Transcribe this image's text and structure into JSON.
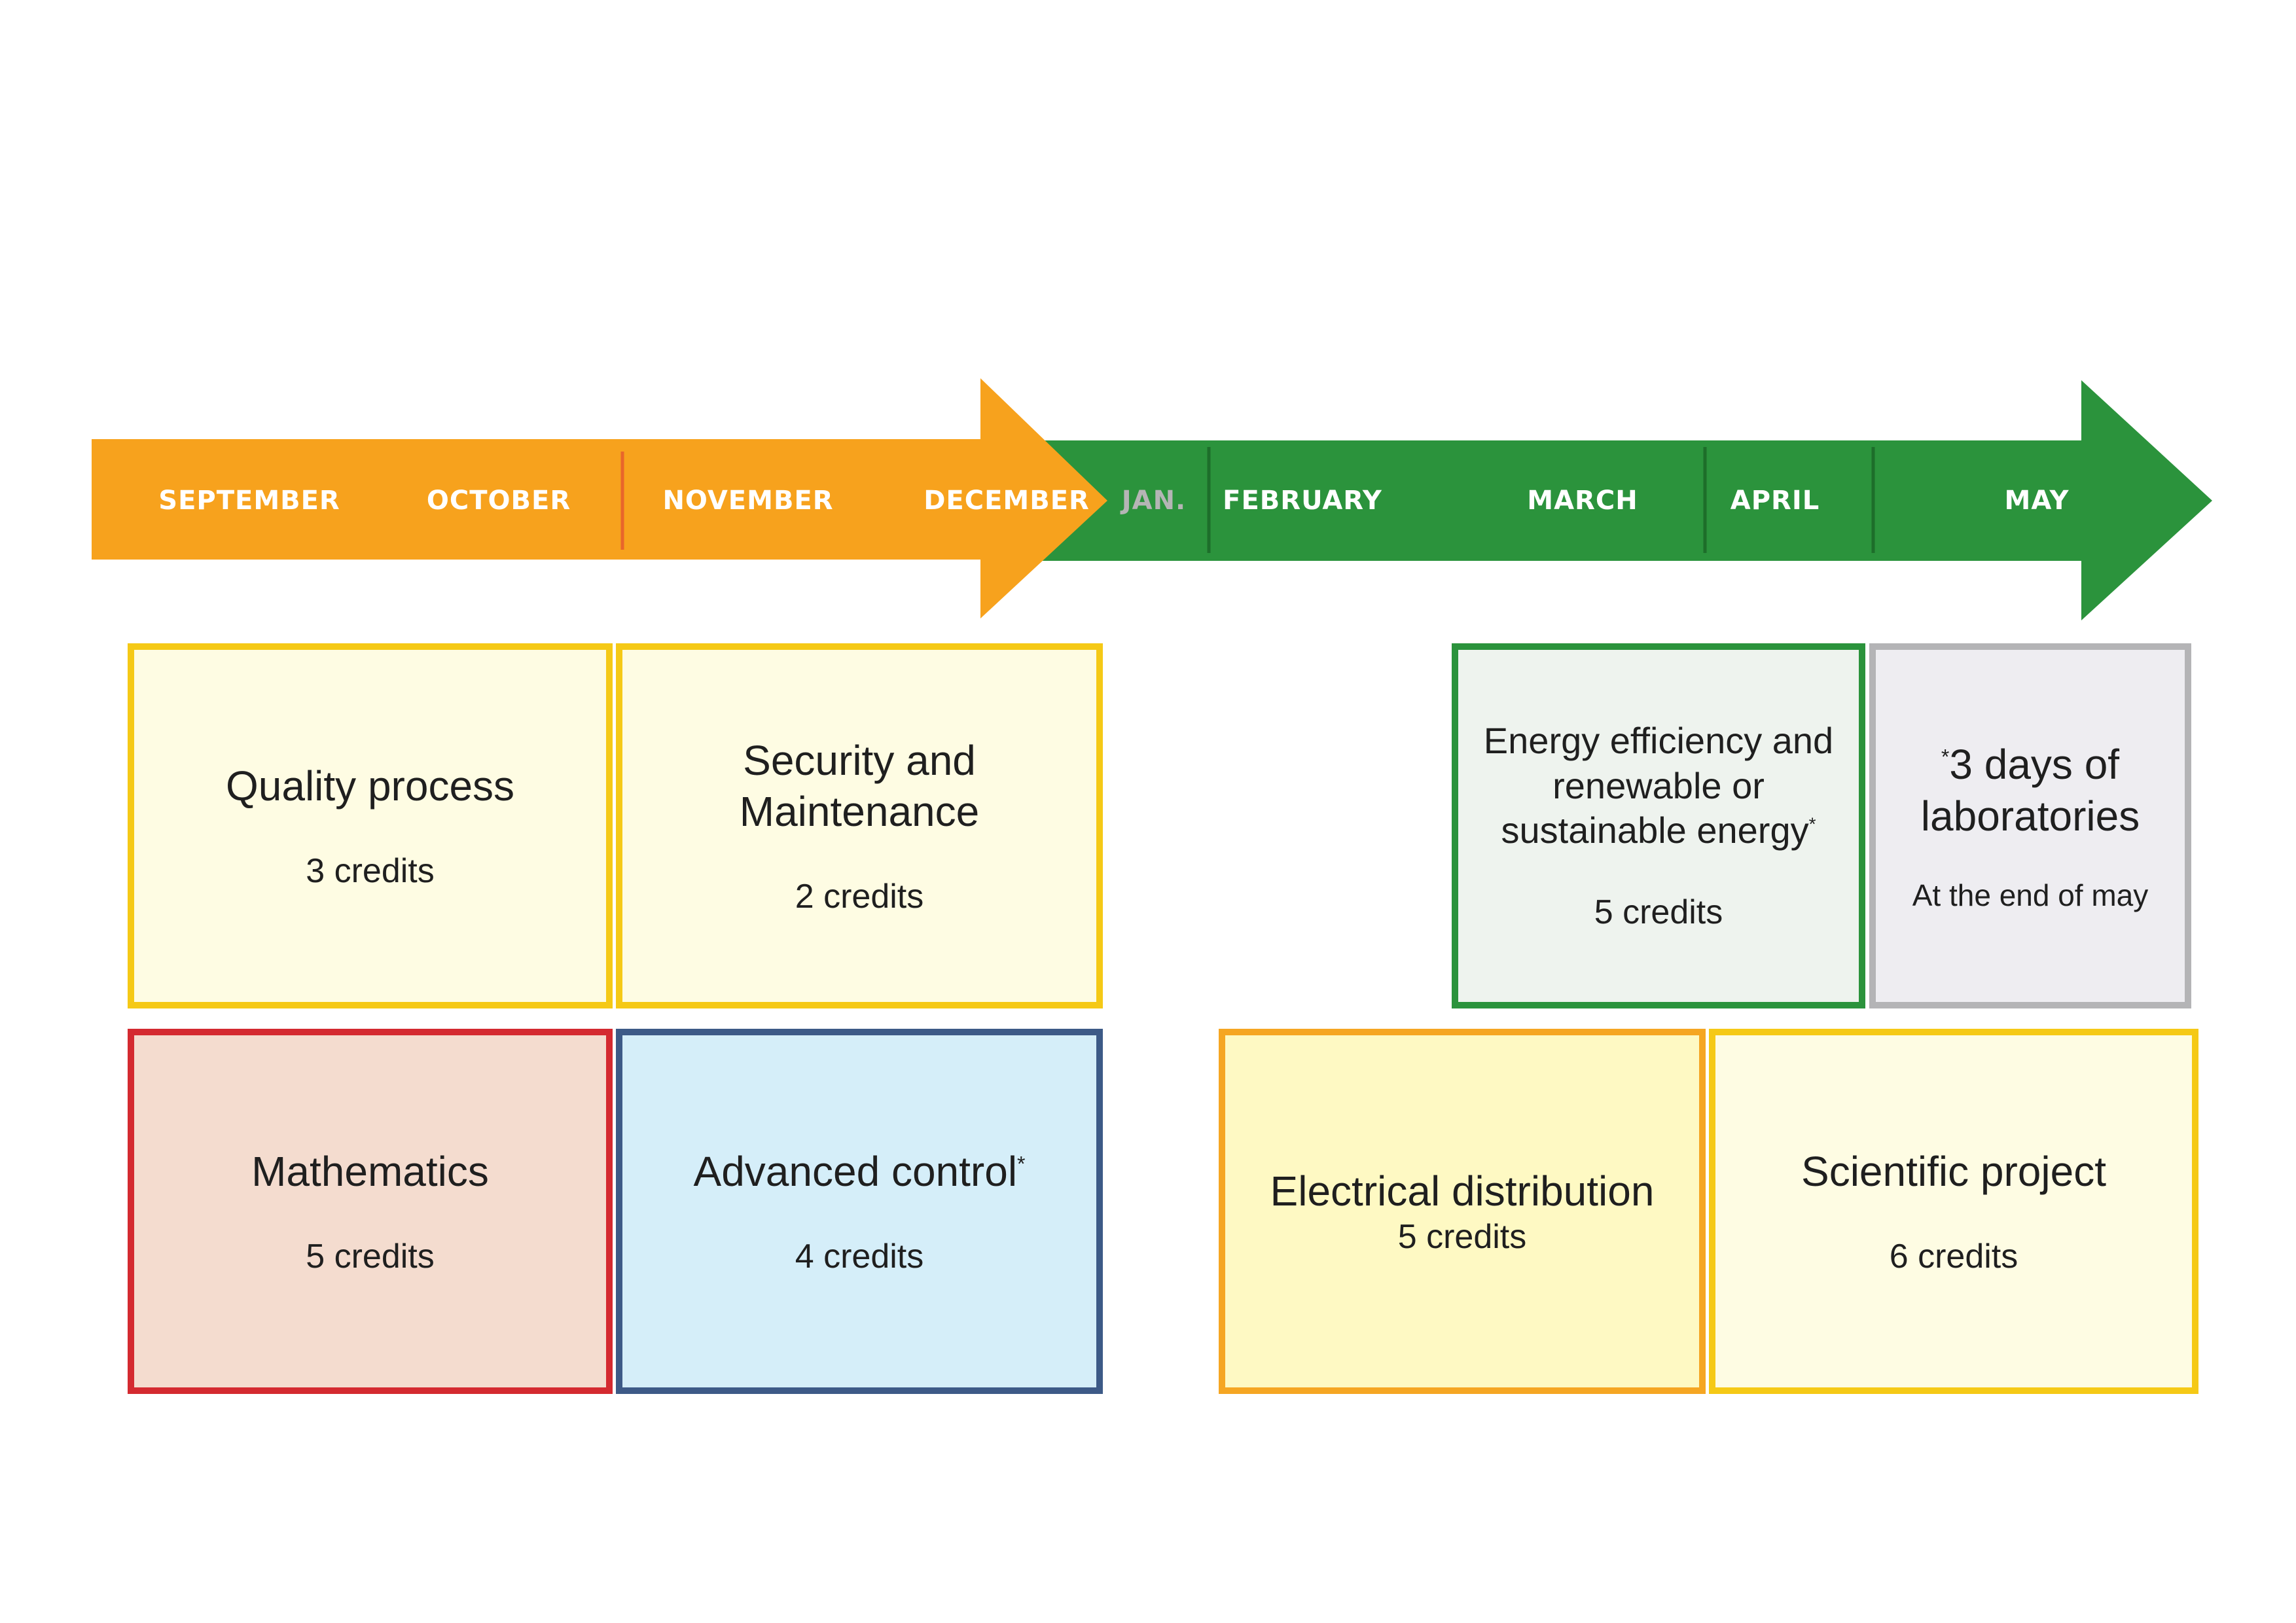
{
  "timeline": {
    "months": [
      "SEPTEMBER",
      "OCTOBER",
      "NOVEMBER",
      "DECEMBER",
      "JAN.",
      "FEBRUARY",
      "MARCH",
      "APRIL",
      "MAY"
    ],
    "colors": {
      "semester1_arrow": "#f7a21d",
      "semester2_arrow": "#2b933c",
      "semester1_divider": "#e8662b",
      "semester2_divider": "#1d6e2a",
      "jan_label": "#b5b5b5"
    }
  },
  "courses": {
    "quality": {
      "title": "Quality process",
      "credits": "3 credits",
      "border": "#f5c916",
      "fill": "#fefce3"
    },
    "security": {
      "title": "Security and Maintenance",
      "credits": "2 credits",
      "border": "#f5c916",
      "fill": "#fefce3"
    },
    "mathematics": {
      "title": "Mathematics",
      "credits": "5 credits",
      "border": "#d42a30",
      "fill": "#f4dccf"
    },
    "advanced_control": {
      "title": "Advanced control",
      "asterisk": "*",
      "credits": "4 credits",
      "border": "#3d5a87",
      "fill": "#d5eef9"
    },
    "energy": {
      "title": "Energy efficiency and renewable or sustainable energy",
      "asterisk": "*",
      "credits": "5 credits",
      "border": "#2b933c",
      "fill": "#eef3ee"
    },
    "labs": {
      "asterisk": "*",
      "title": "3 days of laboratories",
      "note": "At the end of may",
      "border": "#b4b4b6",
      "fill": "#eeedf1"
    },
    "electrical": {
      "title": "Electrical distribution",
      "credits": "5 credits",
      "border": "#f5a623",
      "fill": "#fef9c3"
    },
    "scientific": {
      "title": "Scientific project",
      "credits": "6 credits",
      "border": "#f5c916",
      "fill": "#fefce3"
    }
  }
}
